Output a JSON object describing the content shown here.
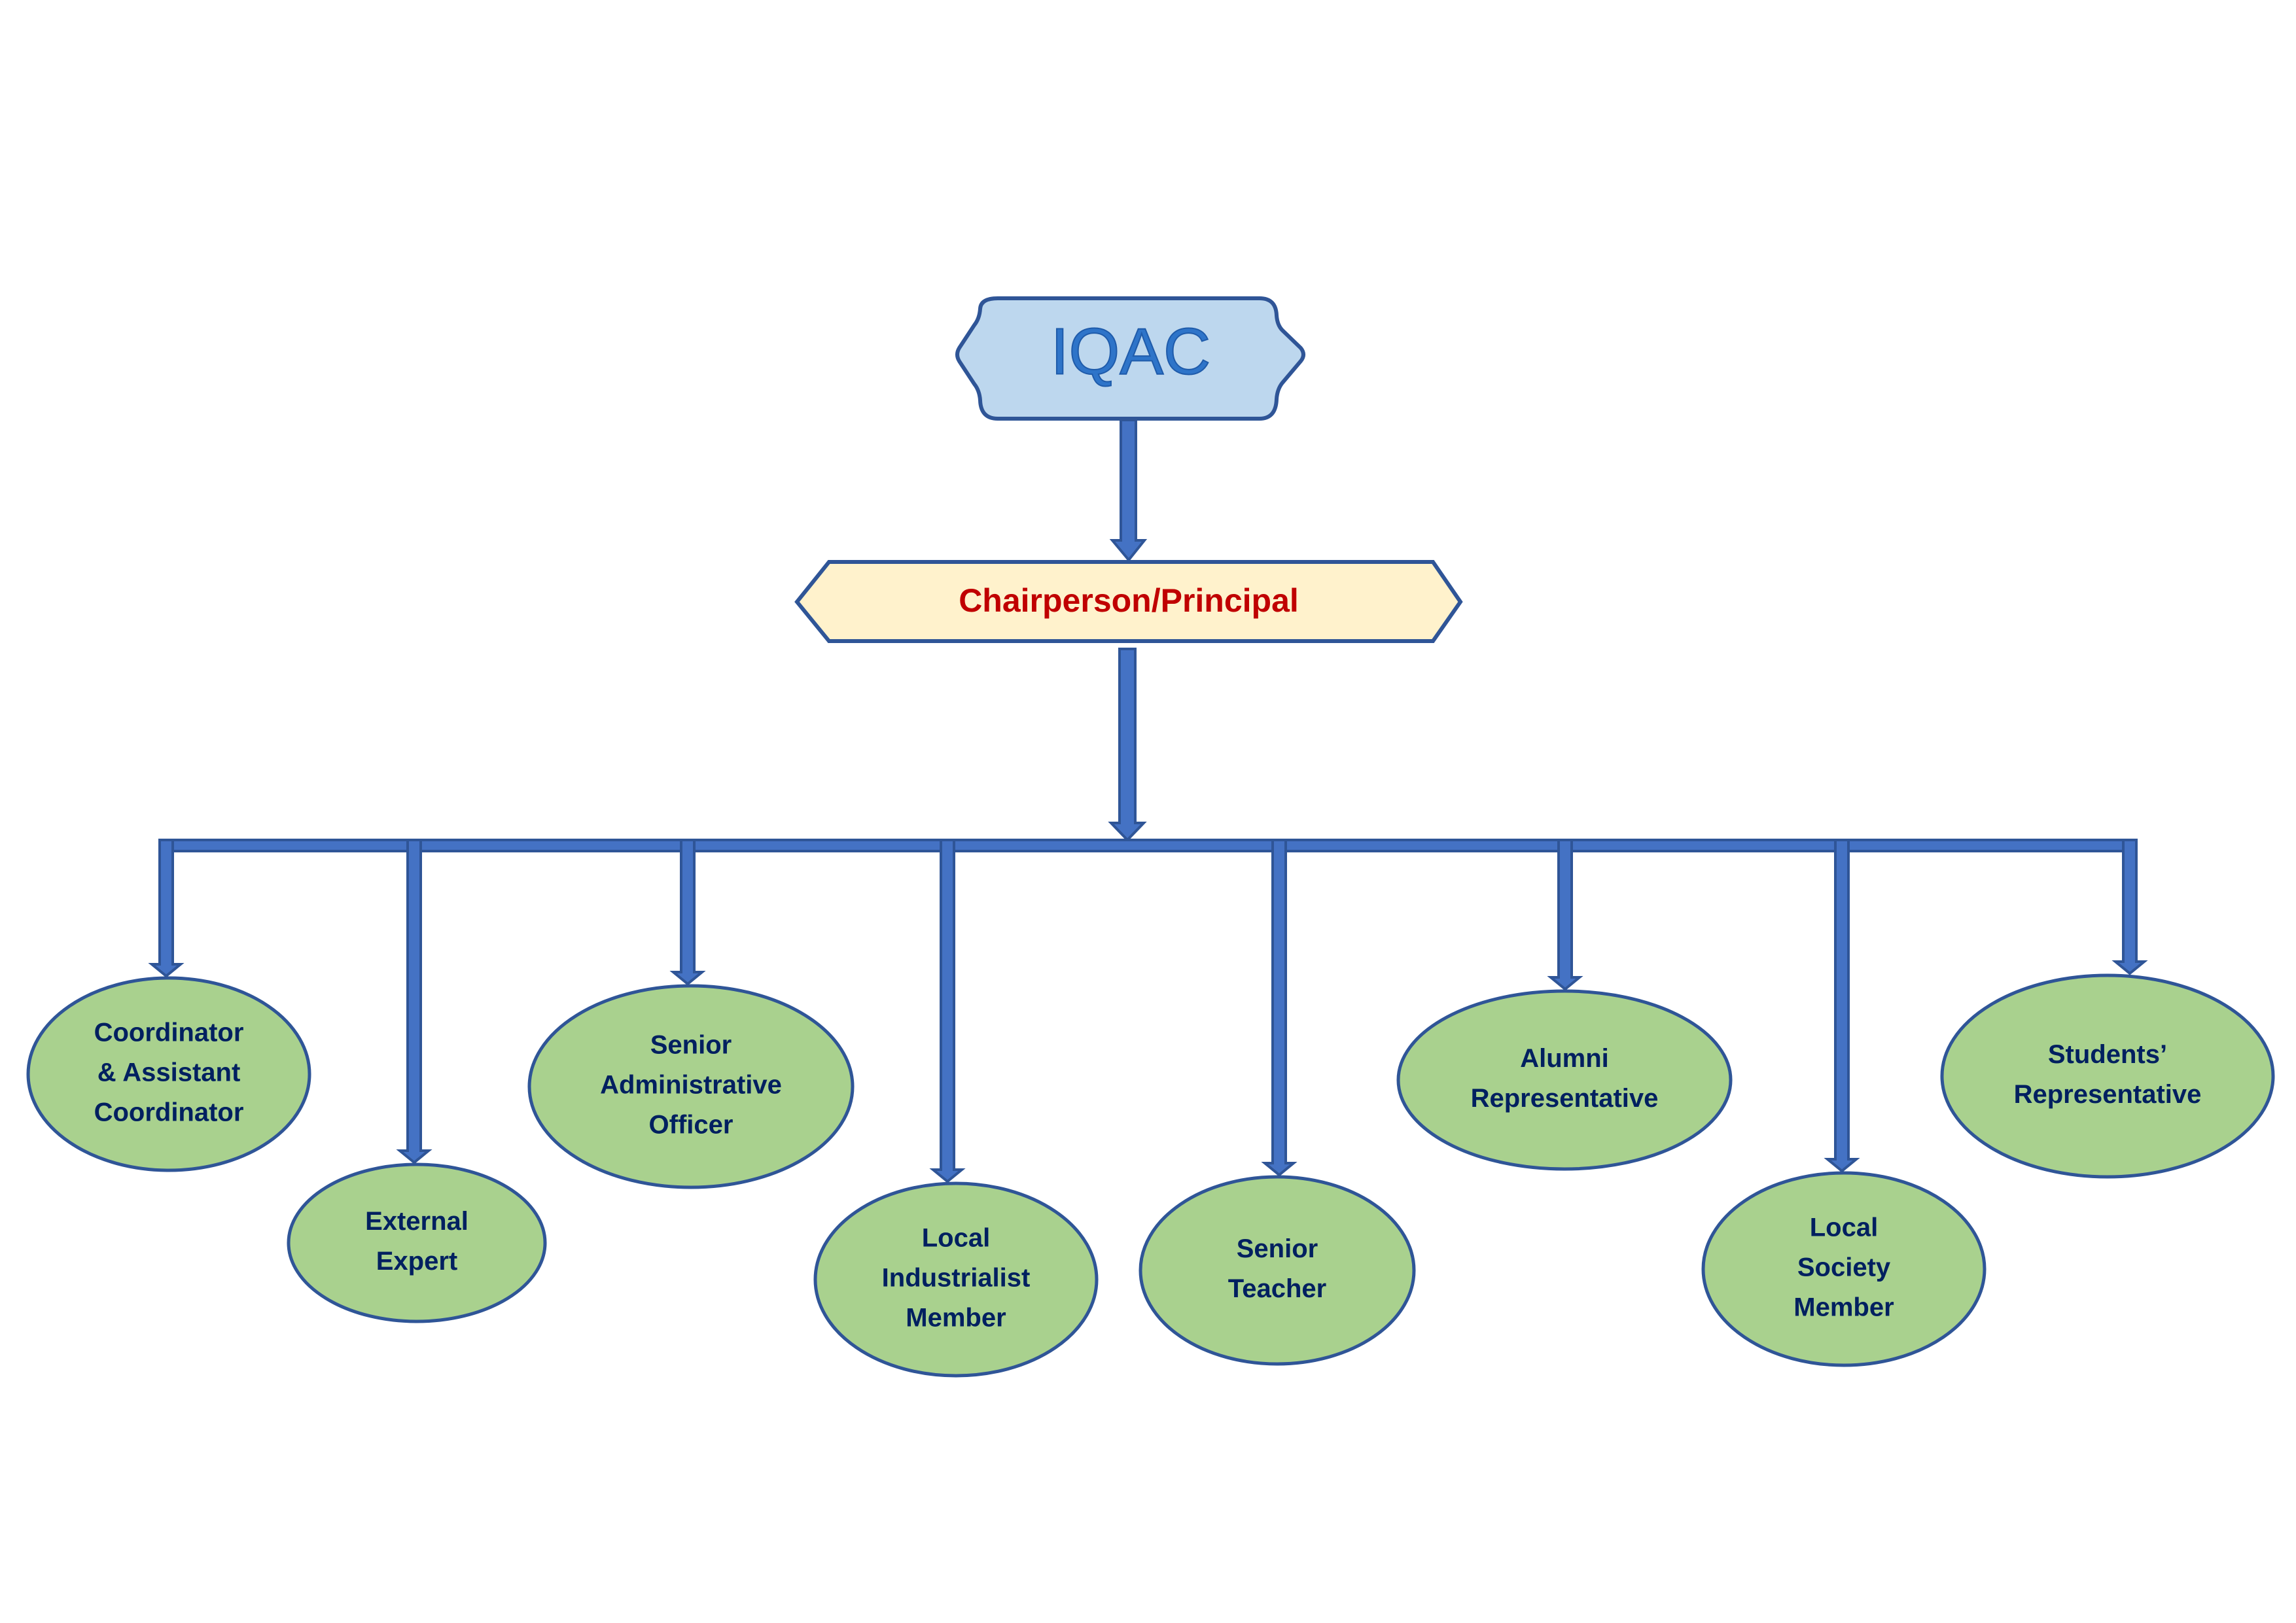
{
  "diagram": {
    "root": {
      "label": "IQAC"
    },
    "chair": {
      "label": "Chairperson/Principal"
    },
    "members": [
      {
        "id": "coordinator",
        "lines": [
          "Coordinator",
          "& Assistant",
          "Coordinator"
        ],
        "row": "upper"
      },
      {
        "id": "external-expert",
        "lines": [
          "External",
          "Expert"
        ],
        "row": "lower"
      },
      {
        "id": "senior-administrative-officer",
        "lines": [
          "Senior",
          "Administrative",
          "Officer"
        ],
        "row": "upper"
      },
      {
        "id": "local-industrialist-member",
        "lines": [
          "Local",
          "Industrialist",
          "Member"
        ],
        "row": "lower"
      },
      {
        "id": "senior-teacher",
        "lines": [
          "Senior",
          "Teacher"
        ],
        "row": "lower"
      },
      {
        "id": "alumni-representative",
        "lines": [
          "Alumni",
          "Representative"
        ],
        "row": "upper"
      },
      {
        "id": "local-society-member",
        "lines": [
          "Local",
          "Society",
          "Member"
        ],
        "row": "lower"
      },
      {
        "id": "students-representative",
        "lines": [
          "Students’",
          "Representative"
        ],
        "row": "upper"
      }
    ],
    "colors": {
      "root_fill": "#BDD7EE",
      "root_text": "#2E74C9",
      "chair_fill": "#FFF2CC",
      "chair_text": "#C00000",
      "member_fill": "#A9D18E",
      "member_text": "#002060",
      "connector": "#4472C4",
      "outline": "#2F5597"
    }
  }
}
